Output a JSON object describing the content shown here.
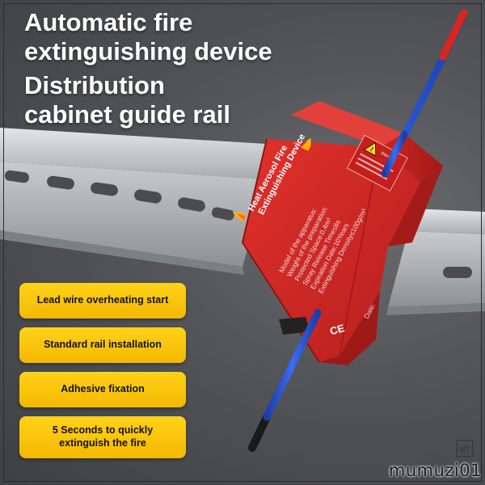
{
  "headline": {
    "line1": "Automatic fire",
    "line2": "extinguishing device",
    "line3": "Distribution",
    "line4": "cabinet guide rail"
  },
  "features": [
    "Lead wire overheating start",
    "Standard rail installation",
    "Adhesive fixation",
    "5 Seconds to quickly extinguish the fire"
  ],
  "device": {
    "title_line1": "Heat Aerosol Fire",
    "title_line2": "Extinguishing Device",
    "specs": [
      "Model of the apparatus:",
      "Weight of the preparation:",
      "Protected Space:0.4m³",
      "Spray Release Time≤6s",
      "Expiration Date:10Years",
      "Extinguishing Density≤100g/m³",
      "Date:"
    ],
    "ce_mark": "CE",
    "warning_label": "Warning"
  },
  "watermark": {
    "text": "mumuzi01",
    "mark": "MT"
  },
  "colors": {
    "headline_text": "#ffffff",
    "badge_fill": "#f7c300",
    "badge_text": "#111111",
    "device_red": "#d42a27",
    "wire_blue": "#2a57d6",
    "wire_red_tip": "#d8261f",
    "wire_black_tip": "#1a1a1a",
    "rail_silver": "#b9bcbf"
  }
}
